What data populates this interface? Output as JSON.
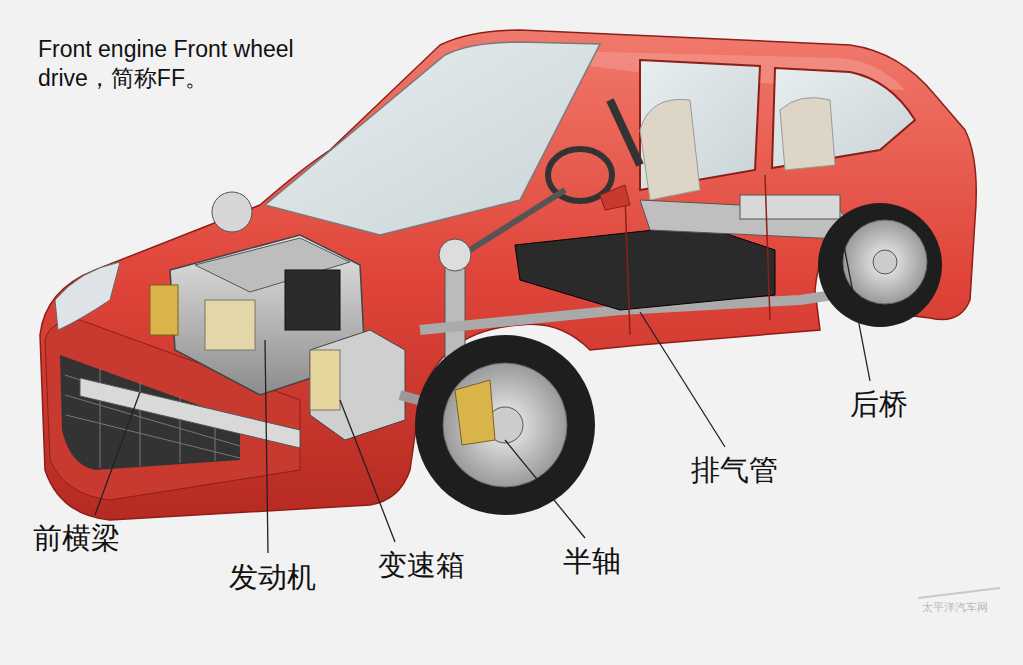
{
  "diagram": {
    "title": "Front engine Front wheel drive，简称FF。",
    "labels": [
      "前横梁",
      "发动机",
      "变速箱",
      "半轴",
      "排气管",
      "后桥",
      "太平洋汽车网"
    ]
  }
}
